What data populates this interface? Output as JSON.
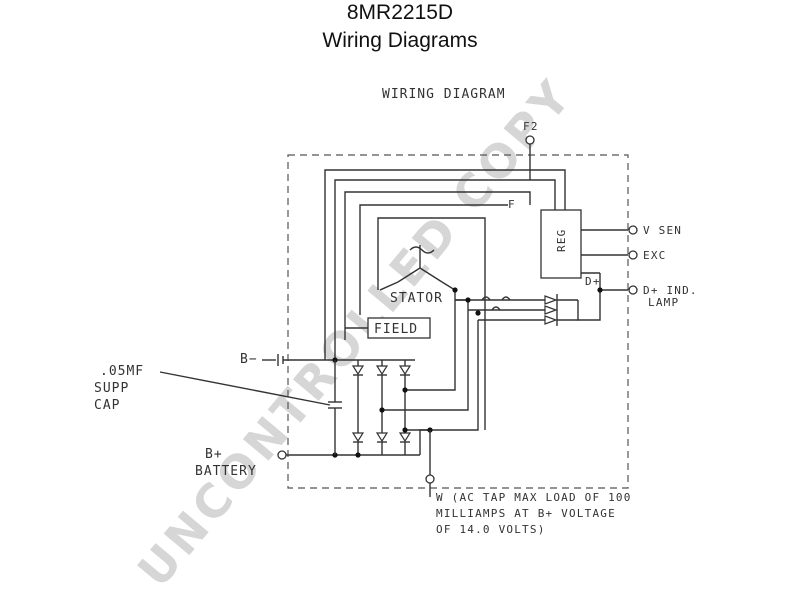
{
  "header": {
    "model": "8MR2215D",
    "subtitle": "Wiring Diagrams"
  },
  "diagram": {
    "heading": "WIRING DIAGRAM",
    "labels": {
      "f2": "F2",
      "f": "F",
      "reg": "REG",
      "v_sen": "V SEN",
      "exc": "EXC",
      "d_plus": "D+",
      "d_plus_ind": "D+ IND.",
      "lamp": "LAMP",
      "stator": "STATOR",
      "field": "FIELD",
      "b_minus": "B−",
      "cap_1": ".05MF",
      "cap_2": "SUPP",
      "cap_3": "CAP",
      "b_plus": "B+",
      "battery": "BATTERY",
      "w_1": "W (AC TAP MAX LOAD OF 100",
      "w_2": "MILLIAMPS AT B+ VOLTAGE",
      "w_3": "OF 14.0 VOLTS)"
    }
  },
  "watermark": "UNCONTROLLED COPY"
}
